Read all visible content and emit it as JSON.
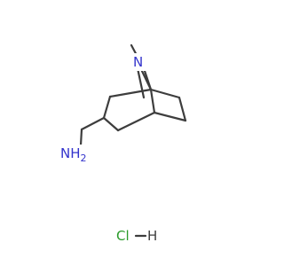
{
  "molecule": {
    "amine_label": "NH",
    "amine_subscript": "2",
    "ring_nitrogen_label": "N",
    "salt_chlorine_label": "Cl",
    "salt_hydrogen_label": "H"
  },
  "colors": {
    "bond": "#3d3d3d",
    "nitrogen": "#3333cc",
    "chlorine": "#2a9b2a",
    "hydrogen": "#3d3d3d"
  }
}
